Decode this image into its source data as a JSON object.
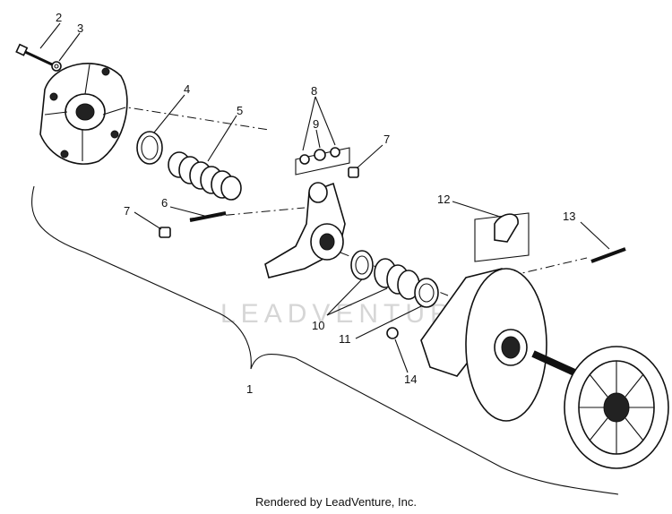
{
  "diagram": {
    "callouts": {
      "c1": "1",
      "c2": "2",
      "c3": "3",
      "c4": "4",
      "c5": "5",
      "c6": "6",
      "c7a": "7",
      "c7b": "7",
      "c8": "8",
      "c9": "9",
      "c10": "10",
      "c11": "11",
      "c12": "12",
      "c13": "13",
      "c14": "14"
    },
    "watermark": "LEADVENTURE"
  },
  "footer": {
    "text": "Rendered by LeadVenture, Inc."
  }
}
